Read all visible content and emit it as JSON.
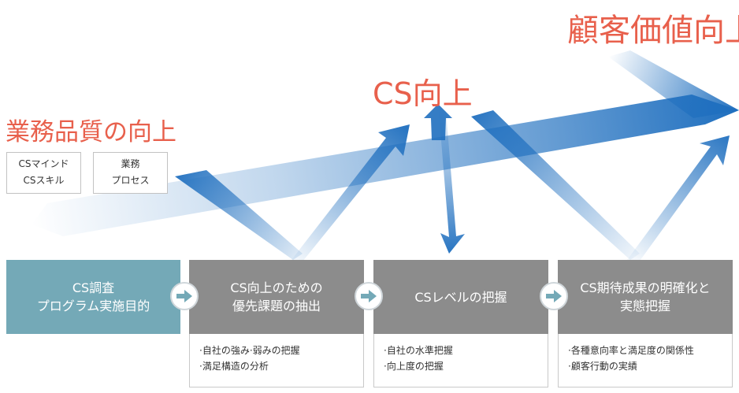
{
  "titles": {
    "quality": "業務品質の向上",
    "cs": "CS向上",
    "value": "顧客価値向上"
  },
  "tags": {
    "cs_skill": {
      "line1": "CSマインド",
      "line2": "CSスキル"
    },
    "business": {
      "line1": "業務",
      "line2": "プロセス"
    }
  },
  "steps": [
    {
      "line1": "CS調査",
      "line2": "プログラム実施目的"
    },
    {
      "line1": "CS向上のための",
      "line2": "優先課題の抽出"
    },
    {
      "line1": "CSレベルの把握",
      "line2": ""
    },
    {
      "line1": "CS期待成果の明確化と",
      "line2": "実態把握"
    }
  ],
  "notes": [
    {
      "line1": "·自社の強み·弱みの把握",
      "line2": "·満足構造の分析"
    },
    {
      "line1": "·自社の水準把握",
      "line2": "·向上度の把握"
    },
    {
      "line1": "·各種意向率と満足度の関係性",
      "line2": "·顧客行動の実績"
    }
  ],
  "colors": {
    "headline": "#e8604c",
    "arrow_blue": "#1f6fbf",
    "step_primary": "#74a9b7",
    "step_gray": "#8c8c8c"
  }
}
